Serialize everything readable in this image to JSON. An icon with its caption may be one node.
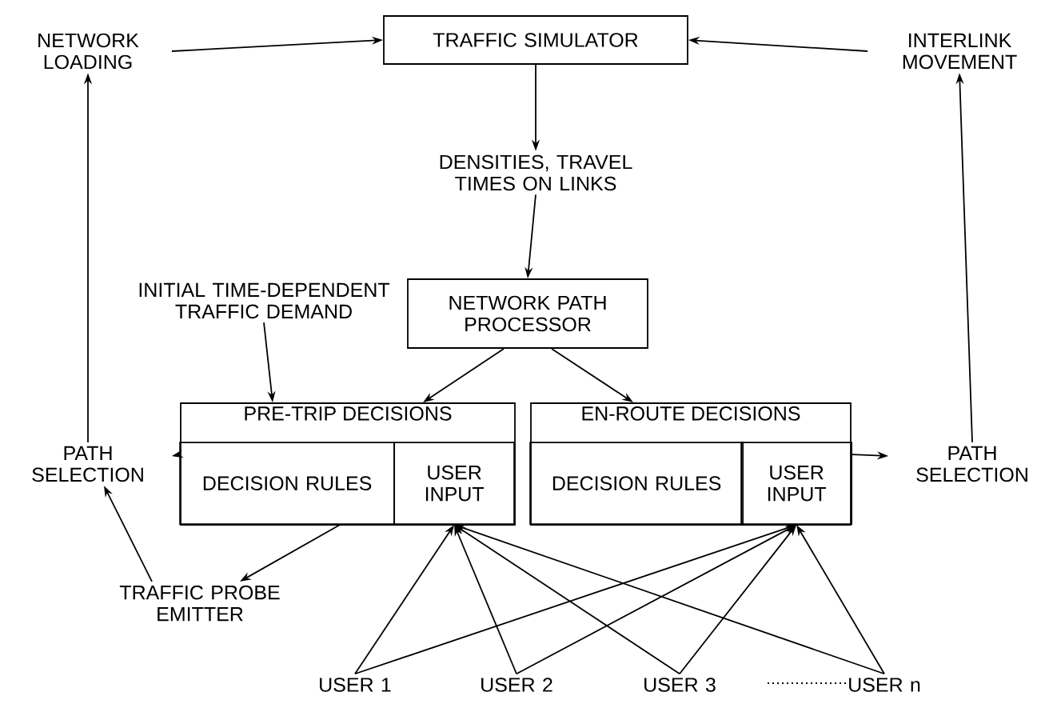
{
  "diagram": {
    "nodes": [
      {
        "text": [
          "NETWORK LOADING"
        ]
      },
      {
        "text": [
          "TRAFFIC SIMULATOR"
        ]
      },
      {
        "text": [
          "INTERLINK MOVEMENT"
        ]
      },
      {
        "text": [
          "DENSITIES, TRAVEL TIMES ON LINKS"
        ]
      },
      {
        "text": [
          "NETWORK PATH PROCESSOR"
        ]
      },
      {
        "text": [
          "INITIAL TIME-DEPENDENT TRAFFIC DEMAND"
        ]
      },
      {
        "text": [
          "PATH SELECTION"
        ]
      },
      {
        "text": [
          "PRE-TRIP DECISIONS"
        ]
      },
      {
        "text": [
          "DECISION RULES"
        ],
        "in": 7
      },
      {
        "text": [
          "USER INPUT"
        ],
        "in": 7
      },
      {
        "text": [
          "EN-ROUTE DECISIONS"
        ]
      },
      {
        "text": [
          "DECISION RULES"
        ],
        "in": 10
      },
      {
        "text": [
          "USER INPUT"
        ],
        "in": 10
      },
      {
        "text": [
          "PATH SELECTION"
        ]
      },
      {
        "text": [
          "TRAFFIC PROBE EMITTER"
        ]
      },
      {
        "text": [
          "USER 1"
        ]
      },
      {
        "text": [
          "USER 2"
        ]
      },
      {
        "text": [
          "USER 3"
        ]
      },
      {
        "text": [
          "USER n"
        ]
      }
    ],
    "edges": [
      {
        "from": 0,
        "to": 1,
        "arrow": "to"
      },
      {
        "from": 2,
        "to": 1,
        "arrow": "to"
      },
      {
        "from": 1,
        "to": 3,
        "arrow": "to"
      },
      {
        "from": 3,
        "to": 4,
        "arrow": "to"
      },
      {
        "from": 4,
        "to": 7,
        "arrow": "to"
      },
      {
        "from": 4,
        "to": 10,
        "arrow": "to"
      },
      {
        "from": 5,
        "to": 7,
        "arrow": "to"
      },
      {
        "from": 8,
        "to": 6,
        "arrow": "to"
      },
      {
        "from": 6,
        "to": 0,
        "arrow": "to"
      },
      {
        "from": 12,
        "to": 13,
        "arrow": "to"
      },
      {
        "from": 13,
        "to": 2,
        "arrow": "to"
      },
      {
        "from": 14,
        "to": 6,
        "arrow": "to"
      },
      {
        "from": 8,
        "to": 14,
        "arrow": "to"
      },
      {
        "from": 15,
        "to": 9,
        "arrow": "to"
      },
      {
        "from": 15,
        "to": 12,
        "arrow": "to"
      },
      {
        "from": 16,
        "to": 9,
        "arrow": "to"
      },
      {
        "from": 16,
        "to": 12,
        "arrow": "to"
      },
      {
        "from": 17,
        "to": 9,
        "arrow": "to"
      },
      {
        "from": 17,
        "to": 12,
        "arrow": "to"
      },
      {
        "from": 18,
        "to": 9,
        "arrow": "to"
      },
      {
        "from": 18,
        "to": 12,
        "arrow": "to"
      }
    ]
  }
}
